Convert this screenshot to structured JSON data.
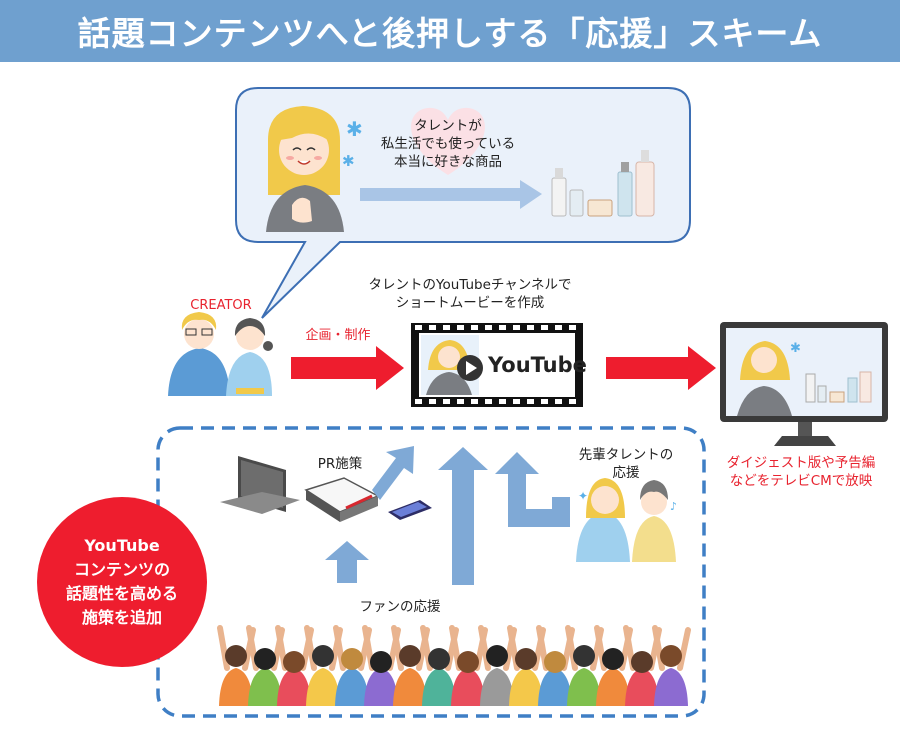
{
  "title": "話題コンテンツへと後押しする「応援」スキーム",
  "bubble": {
    "caption_lines": [
      "タレントが",
      "私生活でも使っている",
      "本当に好きな商品"
    ]
  },
  "creator_label": "CREATOR",
  "plan_label": "企画・制作",
  "production_lines": [
    "タレントのYouTubeチャンネルで",
    "ショートムービーを作成"
  ],
  "youtube_text": "YouTube",
  "tv_caption_lines": [
    "ダイジェスト版や予告編",
    "などをテレビCMで放映"
  ],
  "pr_label": "PR施策",
  "senior_lines": [
    "先輩タレントの",
    "応援"
  ],
  "fan_label": "ファンの応援",
  "circle_lines": [
    "YouTube",
    "コンテンツの",
    "話題性を高める",
    "施策を追加"
  ],
  "colors": {
    "title_bg": "#6fa0cf",
    "accent_red": "#ee1d2e",
    "arrow_blue": "#7fa9d6",
    "bubble_fill": "#eaf1fa",
    "bubble_stroke": "#3d6fb4"
  }
}
